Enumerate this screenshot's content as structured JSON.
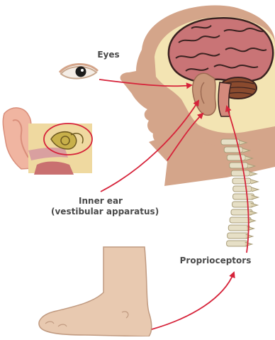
{
  "labels": {
    "eyes": "Eyes",
    "inner_ear_line1": "Inner ear",
    "inner_ear_line2": "(vestibular apparatus)",
    "proprioceptors": "Proprioceptors"
  },
  "colors": {
    "arrow": "#d6233a",
    "skin": "#d4a58a",
    "skin_shade": "#b98468",
    "head_interior": "#f3e4b3",
    "brain": "#c97476",
    "brain_outline": "#3a2220",
    "cerebellum": "#8a4a2e",
    "spine": "#e6dfc6",
    "label_text": "#4a4a4a"
  },
  "icons": {
    "eye": "eye-icon",
    "ear": "inner-ear-illustration",
    "foot": "foot-illustration",
    "head": "head-silhouette",
    "brain": "brain-illustration"
  }
}
